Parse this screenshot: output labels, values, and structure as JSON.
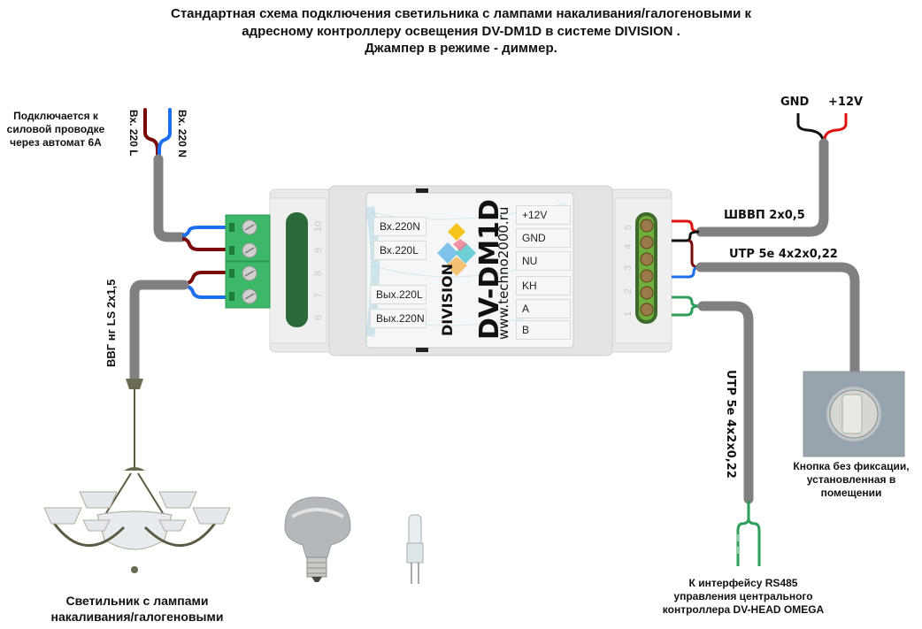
{
  "title": {
    "line1": "Стандартная схема подключения светильника с лампами накаливания/галогеновыми к",
    "line2": "адресному контроллеру освещения DV-DM1D  в системе DIVISION .",
    "line3": "Джампер в режиме - диммер."
  },
  "power_input": {
    "note_lines": [
      "Подключается к",
      "силовой проводке",
      "через автомат 6А"
    ],
    "wire_l_label": "Вх. 220 L",
    "wire_n_label": "Вх. 220 N"
  },
  "cables": {
    "load_cable": "ВВГ нг LS 2х1,5",
    "power_12v_cable": "ШВВП 2х0,5",
    "button_cable": "UTP 5e 4х2х0,22",
    "rs485_cable": "UTP 5e 4х2х0,22"
  },
  "power_12v": {
    "gnd_label": "GND",
    "plus12_label": "+12V"
  },
  "device": {
    "brand": "DIVISION",
    "model": "DV-DM1D",
    "website": "www.techno2000.ru",
    "left_terminals": [
      "Вх.220N",
      "Вх.220L",
      "Вых.220L",
      "Вых.220N"
    ],
    "right_terminals": [
      "+12V",
      "GND",
      "NU",
      "KH",
      "A",
      "B"
    ],
    "left_pin_numbers": [
      "10",
      "9",
      "8",
      "7",
      "6"
    ],
    "right_pin_numbers": [
      "5",
      "4",
      "3",
      "2",
      "1"
    ]
  },
  "button": {
    "caption_lines": [
      "Кнопка без фиксации,",
      "установленная в",
      "помещении"
    ]
  },
  "rs485": {
    "caption_lines": [
      "К  интерфейсу RS485",
      "управления центрального",
      "контроллера DV-HEAD OMEGA"
    ]
  },
  "luminaire": {
    "caption_lines": [
      "Светильник с лампами",
      "накаливания/галогеновыми"
    ]
  },
  "colors": {
    "cable_gray": "#808080",
    "wire_brown": "#7a0a0a",
    "wire_blue": "#1e6ff0",
    "wire_red": "#e01010",
    "wire_black": "#111111",
    "wire_green": "#2e9e5a",
    "terminal_green": "#3cb868",
    "housing": "#ececec"
  }
}
